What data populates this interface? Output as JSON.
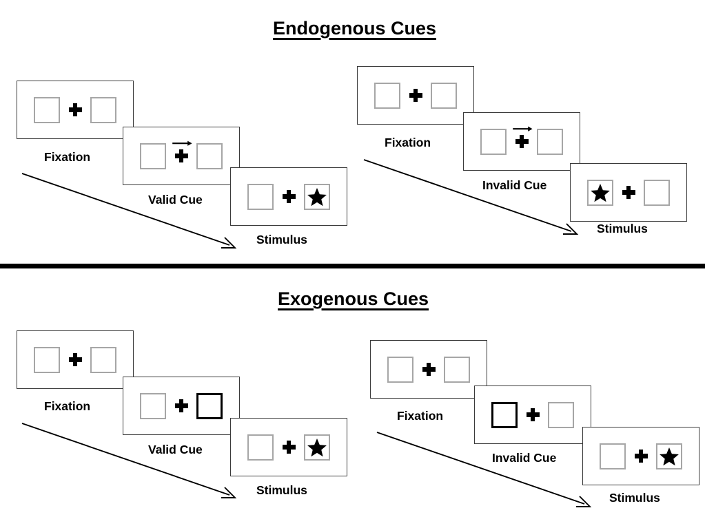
{
  "figure": {
    "sections": [
      {
        "id": "endogenous",
        "title": "Endogenous Cues",
        "cue_type": "arrow",
        "sequences": [
          {
            "id": "endogenous-valid",
            "validity": "valid",
            "panels": [
              {
                "id": "fixation",
                "caption": "Fixation",
                "left_box": "empty",
                "right_box": "empty",
                "center": "plus",
                "arrow_cue": "none"
              },
              {
                "id": "cue",
                "caption": "Valid Cue",
                "left_box": "empty",
                "right_box": "empty",
                "center": "plus",
                "arrow_cue": "right"
              },
              {
                "id": "stimulus",
                "caption": "Stimulus",
                "left_box": "empty",
                "right_box": "star",
                "center": "plus",
                "arrow_cue": "none"
              }
            ]
          },
          {
            "id": "endogenous-invalid",
            "validity": "invalid",
            "panels": [
              {
                "id": "fixation",
                "caption": "Fixation",
                "left_box": "empty",
                "right_box": "empty",
                "center": "plus",
                "arrow_cue": "none"
              },
              {
                "id": "cue",
                "caption": "Invalid Cue",
                "left_box": "empty",
                "right_box": "empty",
                "center": "plus",
                "arrow_cue": "right"
              },
              {
                "id": "stimulus",
                "caption": "Stimulus",
                "left_box": "star",
                "right_box": "empty",
                "center": "plus",
                "arrow_cue": "none"
              }
            ]
          }
        ]
      },
      {
        "id": "exogenous",
        "title": "Exogenous Cues",
        "cue_type": "box-highlight",
        "sequences": [
          {
            "id": "exogenous-valid",
            "validity": "valid",
            "panels": [
              {
                "id": "fixation",
                "caption": "Fixation",
                "left_box": "empty",
                "right_box": "empty",
                "center": "plus",
                "arrow_cue": "none"
              },
              {
                "id": "cue",
                "caption": "Valid Cue",
                "left_box": "empty",
                "right_box": "cued",
                "center": "plus",
                "arrow_cue": "none"
              },
              {
                "id": "stimulus",
                "caption": "Stimulus",
                "left_box": "empty",
                "right_box": "star",
                "center": "plus",
                "arrow_cue": "none"
              }
            ]
          },
          {
            "id": "exogenous-invalid",
            "validity": "invalid",
            "panels": [
              {
                "id": "fixation",
                "caption": "Fixation",
                "left_box": "empty",
                "right_box": "empty",
                "center": "plus",
                "arrow_cue": "none"
              },
              {
                "id": "cue",
                "caption": "Invalid Cue",
                "left_box": "cued",
                "right_box": "empty",
                "center": "plus",
                "arrow_cue": "none"
              },
              {
                "id": "stimulus",
                "caption": "Stimulus",
                "left_box": "empty",
                "right_box": "star",
                "center": "plus",
                "arrow_cue": "none"
              }
            ]
          }
        ]
      }
    ],
    "time_arrows": [
      {
        "id": "time-arrow-endogenous-valid",
        "label": ""
      },
      {
        "id": "time-arrow-endogenous-invalid",
        "label": ""
      },
      {
        "id": "time-arrow-exogenous-valid",
        "label": ""
      },
      {
        "id": "time-arrow-exogenous-invalid",
        "label": ""
      }
    ],
    "colors": {
      "background": "#ffffff",
      "ink": "#000000",
      "panel_border": "#3a3a3a",
      "box_border": "#a6a6a6",
      "cued_box_border": "#000000",
      "divider": "#000000"
    }
  }
}
